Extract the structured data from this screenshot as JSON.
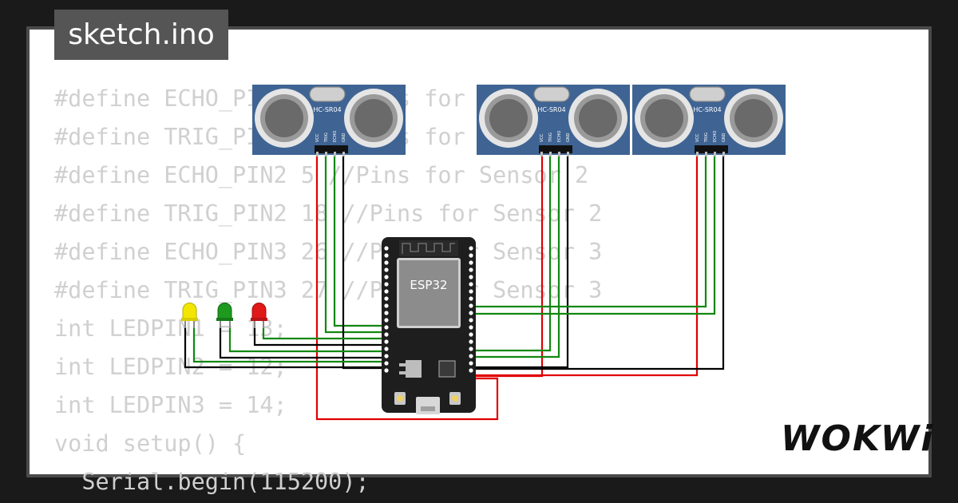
{
  "tab": {
    "filename": "sketch.ino"
  },
  "code": [
    "#define ECHO_PIN1 4 //Pins for Sensor 1",
    "#define TRIG_PIN1 5 //Pins for Sensor 1",
    "#define ECHO_PIN2 5 //Pins for Sensor 2",
    "#define TRIG_PIN2 18 //Pins for Sensor 2",
    "#define ECHO_PIN3 26 //Pins for Sensor 3",
    "#define TRIG_PIN3 27 //Pins for Sensor 3",
    "int LEDPIN1 = 13;",
    "int LEDPIN2 = 12;",
    "int LEDPIN3 = 14;",
    "void setup() {",
    "  Serial.begin(115200);"
  ],
  "sensors": [
    {
      "model": "HC-SR04",
      "pins": [
        "VCC",
        "TRIG",
        "ECHO",
        "GND"
      ]
    },
    {
      "model": "HC-SR04",
      "pins": [
        "VCC",
        "TRIG",
        "ECHO",
        "GND"
      ]
    },
    {
      "model": "HC-SR04",
      "pins": [
        "VCC",
        "TRIG",
        "ECHO",
        "GND"
      ]
    }
  ],
  "board": {
    "label": "ESP32"
  },
  "leds": [
    {
      "color": "yellow",
      "hex": "#f2e600"
    },
    {
      "color": "green",
      "hex": "#1e9a1e"
    },
    {
      "color": "red",
      "hex": "#e01818"
    }
  ],
  "logo": {
    "text": "WOKWi"
  },
  "colors": {
    "background": "#1a1a1a",
    "frame": "#4a4a4a",
    "canvas": "#ffffff",
    "code_text": "#d0d0d0",
    "tab": "#555555",
    "sensor_board": "#3f6494",
    "esp32_board": "#1e1e1e",
    "wire_power": "#e00000",
    "wire_signal": "#118811",
    "wire_ground": "#000000"
  }
}
